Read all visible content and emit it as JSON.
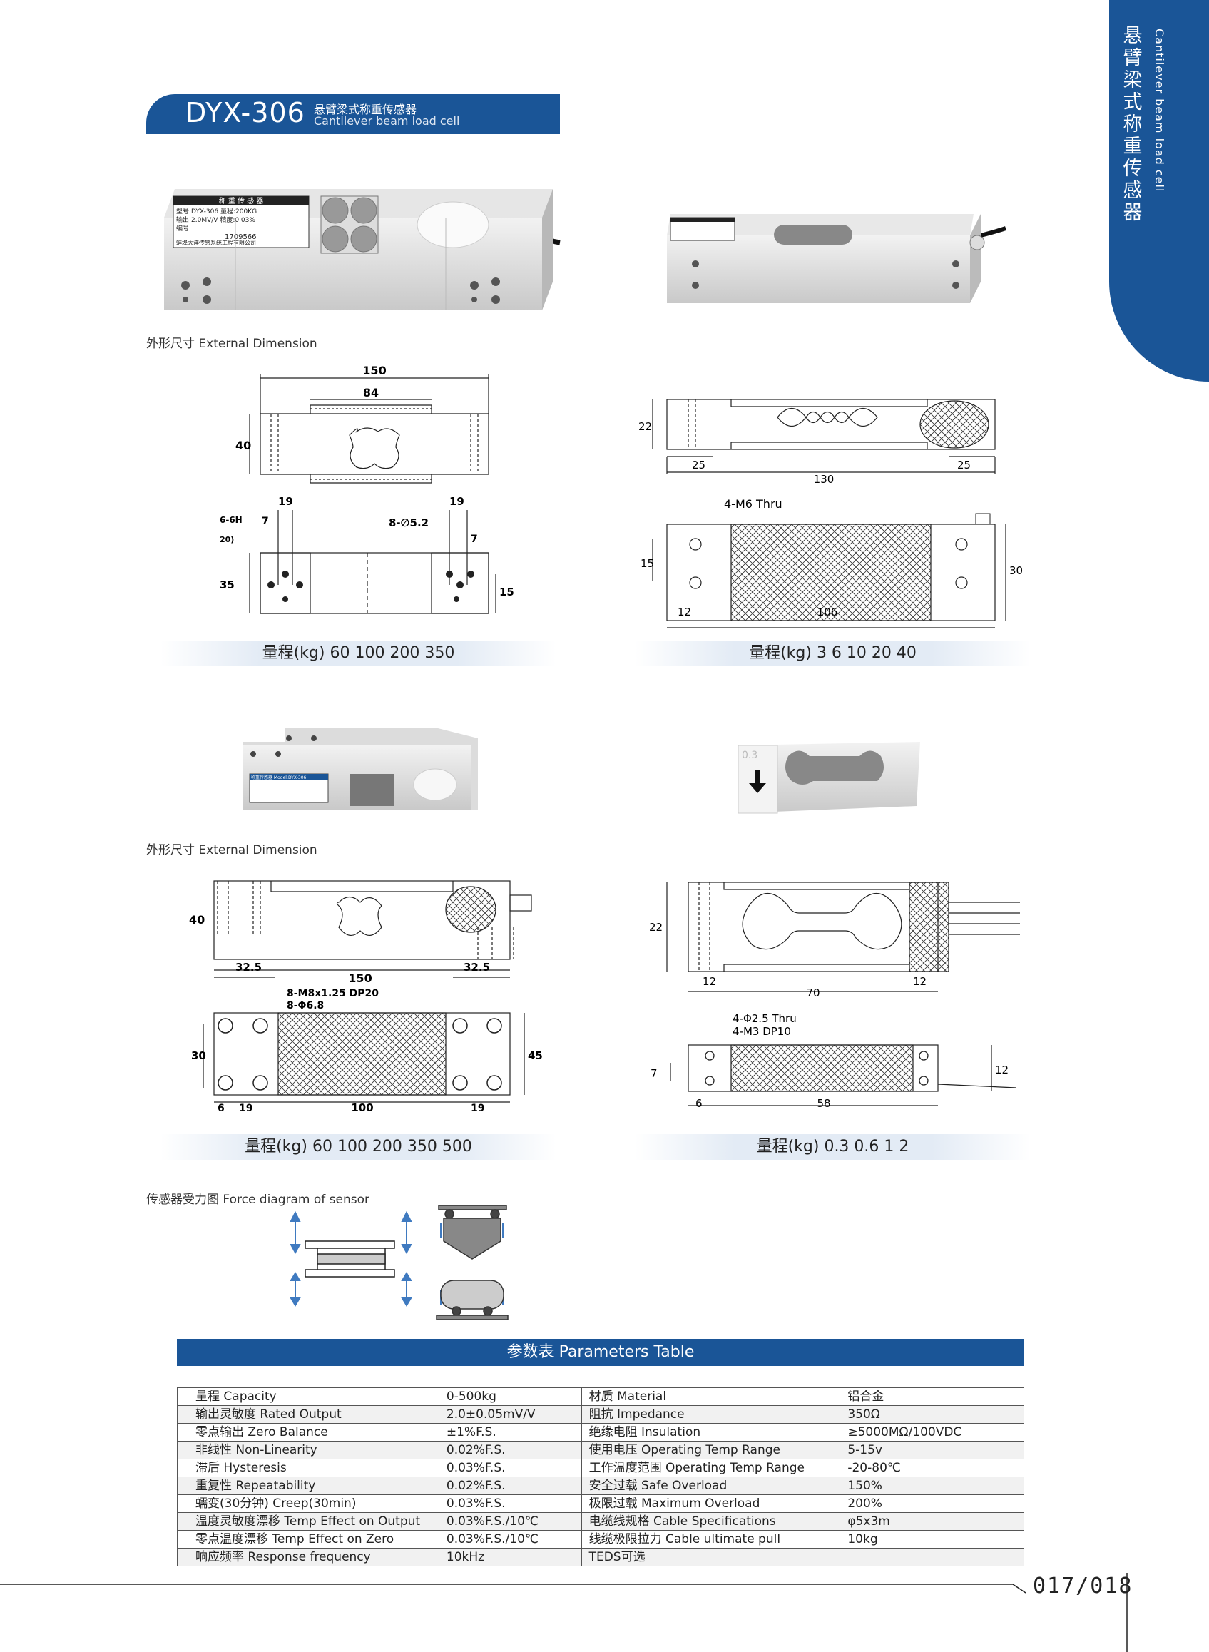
{
  "header": {
    "model": "DYX-306",
    "title_cn": "悬臂梁式称重传感器",
    "title_en": "Cantilever beam load cell"
  },
  "side_tab": {
    "title_cn": "悬臂梁式称重传感器",
    "title_en": "Cantilever beam load cell"
  },
  "colors": {
    "brand": "#1a5597"
  },
  "section1": {
    "label": "外形尺寸 External Dimension",
    "sensor_label": {
      "line1": "称 重 传 感 器",
      "line2": "型号:DYX-306   量程:200KG",
      "line3": "输出:2.0MV/V 精度:0.03%",
      "line4": "编号:",
      "line5": "1709566",
      "line6": "蚌埠大洋传感系统工程有限公司"
    },
    "left_dims": {
      "d150": "150",
      "d84": "84",
      "d40": "40",
      "d19a": "19",
      "d19b": "19",
      "d7a": "7",
      "d7b": "7",
      "thread": "6-6H",
      "thread_depth": "20)",
      "holes": "8-∅5.2",
      "d35": "35",
      "d15": "15"
    },
    "right_dims": {
      "d22": "22",
      "d25a": "25",
      "d25b": "25",
      "d130": "130",
      "holes": "4-M6 Thru",
      "d15": "15",
      "d30": "30",
      "d12": "12",
      "d106": "106"
    },
    "range_left": "量程(kg)  60  100  200  350",
    "range_right": "量程(kg)  3  6  10  20  40"
  },
  "section2": {
    "label": "外形尺寸 External Dimension",
    "photo3_label": "称重传感器 Model:DYX-306",
    "photo4_tag": "0.3",
    "left_dims": {
      "d40": "40",
      "d32_5a": "32.5",
      "d150": "150",
      "d32_5b": "32.5",
      "thread": "8-M8x1.25 DP20",
      "holes": "8-Φ6.8",
      "d30": "30",
      "d45": "45",
      "d6": "6",
      "d19a": "19",
      "d100": "100",
      "d19b": "19"
    },
    "right_dims": {
      "d22": "22",
      "d12a": "12",
      "d70": "70",
      "d12b": "12",
      "holes1": "4-Φ2.5 Thru",
      "holes2": "4-M3 DP10",
      "d7": "7",
      "d12": "12",
      "d6": "6",
      "d58": "58"
    },
    "range_left": "量程(kg)  60  100  200  350 500",
    "range_right": "量程(kg)  0.3  0.6  1  2"
  },
  "force": {
    "label": "传感器受力图 Force diagram of sensor"
  },
  "params": {
    "title": "参数表  Parameters Table",
    "rows": [
      [
        "量程 Capacity",
        "0-500kg",
        "材质 Material",
        "铝合金"
      ],
      [
        "输出灵敏度 Rated Output",
        "2.0±0.05mV/V",
        "阻抗 Impedance",
        "350Ω"
      ],
      [
        "零点输出 Zero Balance",
        "±1%F.S.",
        "绝缘电阻 Insulation",
        "≥5000MΩ/100VDC"
      ],
      [
        "非线性 Non-Linearity",
        "0.02%F.S.",
        "使用电压 Operating Temp Range",
        "5-15v"
      ],
      [
        "滞后 Hysteresis",
        "0.03%F.S.",
        "工作温度范围 Operating Temp Range",
        "-20-80℃"
      ],
      [
        "重复性 Repeatability",
        "0.02%F.S.",
        "安全过载 Safe Overload",
        "150%"
      ],
      [
        "蠕变(30分钟) Creep(30min)",
        "0.03%F.S.",
        "极限过载 Maximum Overload",
        "200%"
      ],
      [
        "温度灵敏度漂移 Temp Effect on Output",
        "0.03%F.S./10℃",
        "电缆线规格 Cable Specifications",
        "φ5x3m"
      ],
      [
        "零点温度漂移 Temp Effect on Zero",
        "0.03%F.S./10℃",
        "线缆极限拉力 Cable ultimate pull",
        "10kg"
      ],
      [
        "响应频率 Response frequency",
        "10kHz",
        "TEDS可选",
        ""
      ]
    ]
  },
  "footer": {
    "page": "017/018"
  }
}
